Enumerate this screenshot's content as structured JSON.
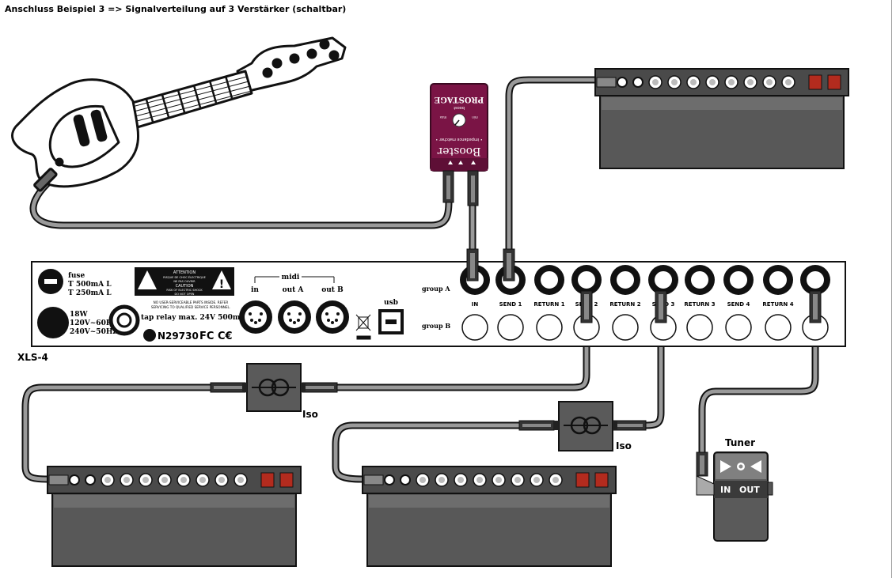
{
  "title": "Anschluss Beispiel 3 => Signalverteilung auf 3 Verstärker (schaltbar)",
  "xls": {
    "model": "XLS-4",
    "fuse_label": "fuse",
    "fuse_line1": "T 500mA L",
    "fuse_line2": "T 250mA L",
    "power_line1": "18W",
    "power_line2": "120V~60Hz",
    "power_line3": "240V~50Hz",
    "warn_line1": "ATTENTION",
    "warn_line2": "RISQUE DE CHOC ÉLECTRIQUE",
    "warn_line3": "NE PAS OUVRIR",
    "warn_line4": "CAUTION",
    "warn_line5": "RISK OF ELECTRIC SHOCK",
    "warn_line6": "DO NOT OPEN",
    "notice_line1": "NO USER-SERVICEABLE PARTS INSIDE. REFER",
    "notice_line2": "SERVICING TO QUALIFIED SERVICE PERSONNEL.",
    "tap_relay": "tap relay max. 24V 500mA",
    "cert": "N29730",
    "midi_label": "midi",
    "midi_in": "in",
    "midi_out_a": "out A",
    "midi_out_b": "out B",
    "usb_label": "usb",
    "group_a": "group A",
    "group_b": "group B",
    "jacks": [
      "IN",
      "SEND 1",
      "RETURN 1",
      "SEND 2",
      "RETURN 2",
      "SEND 3",
      "RETURN 3",
      "SEND 4",
      "RETURN 4"
    ]
  },
  "booster": {
    "brand": "PROSTAGE",
    "name": "Booster",
    "subtitle": "• impedance matcher •",
    "knob_label": "boost",
    "knob_min": "min",
    "knob_max": "max"
  },
  "iso_label": "Iso",
  "tuner": {
    "label": "Tuner",
    "in": "IN",
    "out": "OUT"
  }
}
